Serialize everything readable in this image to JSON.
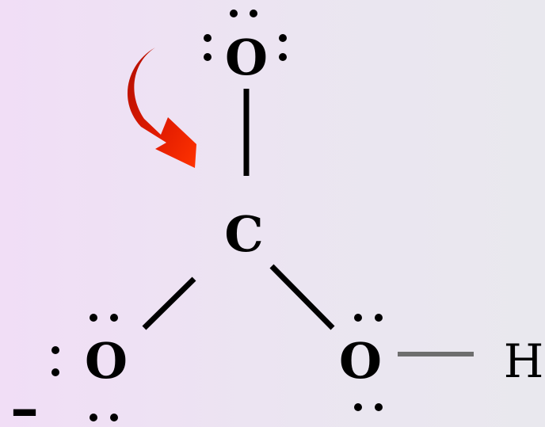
{
  "molecule": {
    "atoms": {
      "top_oxygen": "O",
      "carbon": "C",
      "left_oxygen": "O",
      "right_oxygen": "O",
      "hydrogen": "H"
    },
    "charge_sign": "–"
  },
  "colors": {
    "bond": "#000000",
    "oh_bond": "#6e6e6e",
    "arrow_dark": "#b00e00",
    "arrow_bright": "#ff2a00",
    "background_left": "#f1def6",
    "background_right": "#e9e8ee"
  }
}
